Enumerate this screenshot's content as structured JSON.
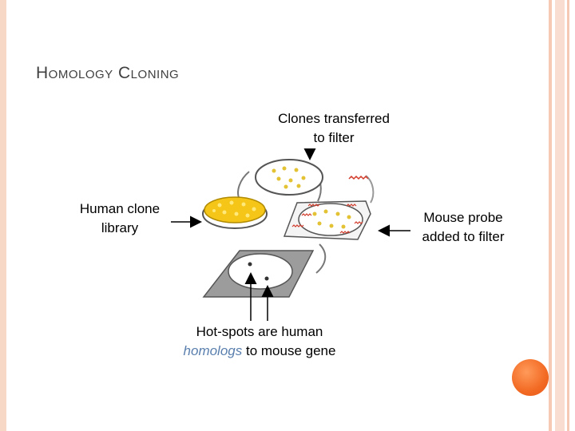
{
  "title": "Homology Cloning",
  "labels": {
    "clones_line1": "Clones transferred",
    "clones_line2": "to filter",
    "human_line1": "Human clone",
    "human_line2": "library",
    "mouse_line1": "Mouse probe",
    "mouse_line2": "added to filter",
    "hot_line1": "Hot-spots are human",
    "hot_homologs": "homologs",
    "hot_rest": " to mouse gene"
  },
  "colors": {
    "plate": "#f5c518",
    "accent": "#f26a23",
    "homologs": "#5a7fae",
    "frame": "#f7d7c6"
  }
}
